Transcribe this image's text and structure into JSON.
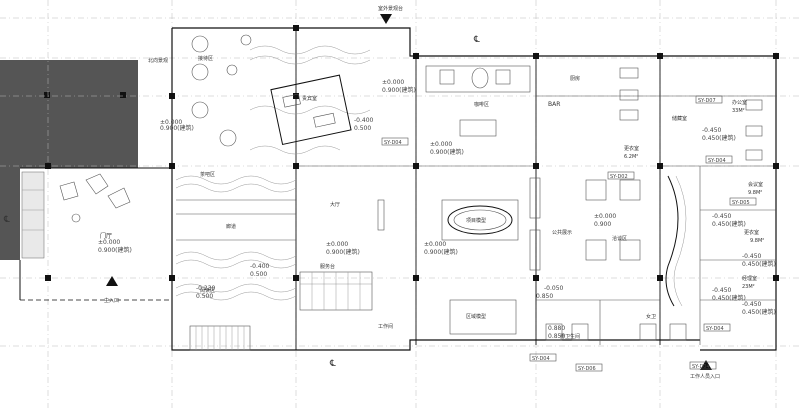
{
  "rooms": {
    "lobby": "门厅",
    "lounge_top": "接待区",
    "vip_room": "贵宾室",
    "tea_area": "茶吧区",
    "reading": "阅读区",
    "corridor": "廊道",
    "service": "服务台",
    "center_hall": "大厅",
    "project_model": "项目模型",
    "district_model": "区域模型",
    "bar_top": "BAR",
    "cafe": "咖啡区",
    "kitchen": "厨房",
    "office": "办公室",
    "office_area": "33M²",
    "storage": "储藏室",
    "changing": "更衣室",
    "changing_area": "6.2M²",
    "negotiation": "洽谈区",
    "public_zone": "公共展示",
    "meeting": "会议室",
    "meeting_area": "9.8M²",
    "dressing": "更衣室",
    "dressing_area": "9.8M²",
    "manager": "经理室",
    "manager_area": "23M²",
    "toilet_m": "男卫生间",
    "toilet_f": "女卫",
    "tool": "工作间",
    "entrance_label": "主入口",
    "side_entry": "工作人员入口",
    "top_exit": "室外景观台",
    "north_note": "北向景观"
  },
  "elevations": {
    "e1": "±0.000",
    "e1b": "0.900(建筑)",
    "e2": "±0.000",
    "e2b": "0.900(建筑)",
    "e3": "±0.000",
    "e3b": "0.900(建筑)",
    "e4": "±0.000",
    "e4b": "0.900(建筑)",
    "e5": "±0.000",
    "e5b": "0.900(建筑)",
    "e6": "±0.000",
    "e6b": "0.900(建筑)",
    "e7": "-0.400",
    "e7b": "0.500",
    "e8": "-0.230",
    "e8b": "0.500",
    "e9": "-0.400",
    "e9b": "0.500",
    "e10": "-0.050",
    "e10b": "0.850",
    "e11": "±0.000",
    "e11b": "0.900",
    "e12": "-0.450",
    "e12b": "0.450(建筑)",
    "e13": "-0.450",
    "e13b": "0.450(建筑)",
    "e14": "-0.450",
    "e14b": "0.450(建筑)",
    "e15": "-0.450",
    "e15b": "0.450(建筑)",
    "e16": "-0.450",
    "e16b": "0.450(建筑)",
    "e17": "0.880",
    "e17b": "0.850"
  },
  "tags": {
    "t1": "SY-D04",
    "t2": "SY-D02",
    "t3": "SY-D04",
    "t4": "SY-D05",
    "t5": "SY-D07",
    "t6": "SY-D04",
    "t7": "SY-D04",
    "t8": "SY-D06",
    "t9": "SY-D04"
  },
  "centerlines": {
    "c1": "℄",
    "c2": "℄",
    "c3": "℄"
  }
}
